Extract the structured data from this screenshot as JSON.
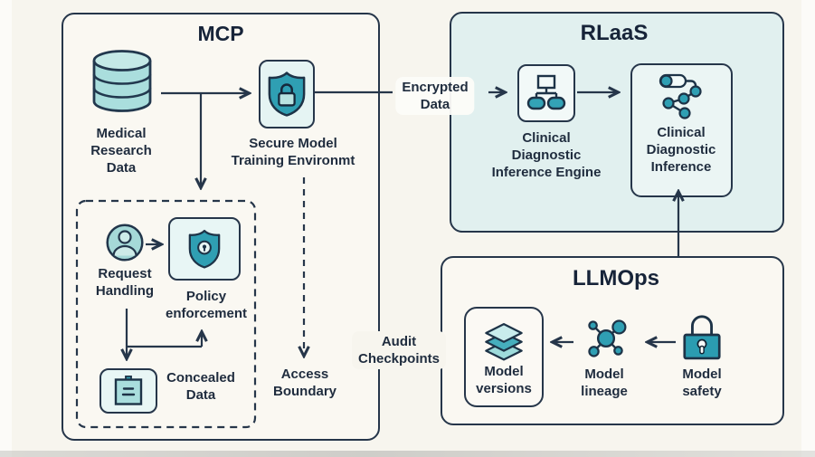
{
  "colors": {
    "background": "#f7f5ee",
    "ink": "#26364a",
    "teal": "#2f9fb3",
    "teal_light": "#a9dedd",
    "rlaas_panel": "#e1f0ef",
    "node_fill": "#e5f4f3"
  },
  "icons": {
    "database-icon": "database cylinder",
    "shield-lock-icon": "shield with padlock",
    "person-icon": "user avatar in circle",
    "policy-shield-icon": "shield with keyhole",
    "clipboard-icon": "clipboard with notes",
    "flowchart-icon": "hierarchy flowchart",
    "pipeline-icon": "connected node pipeline",
    "layers-icon": "stacked layers",
    "lineage-icon": "network graph",
    "padlock-icon": "padlock"
  },
  "mcp": {
    "title": "MCP",
    "medical_data": "Medical\nResearch\nData",
    "secure_training": "Secure Model\nTraining Environmt",
    "request_handling": "Request\nHandling",
    "policy_enforcement": "Policy\nenforcement",
    "concealed_data": "Concealed\nData",
    "access_boundary": "Access\nBoundary"
  },
  "rlaas": {
    "title": "RLaaS",
    "engine": "Clinical\nDiagnostic\nInference Engine",
    "inference": "Clinical\nDiagnostic\nInference"
  },
  "llmops": {
    "title": "LLMOps",
    "versions": "Model\nversions",
    "lineage": "Model\nlineage",
    "safety": "Model\nsafety"
  },
  "connections": {
    "encrypted_data": "Encrypted\nData",
    "audit_checkpoints": "Audit\nCheckpoints"
  }
}
